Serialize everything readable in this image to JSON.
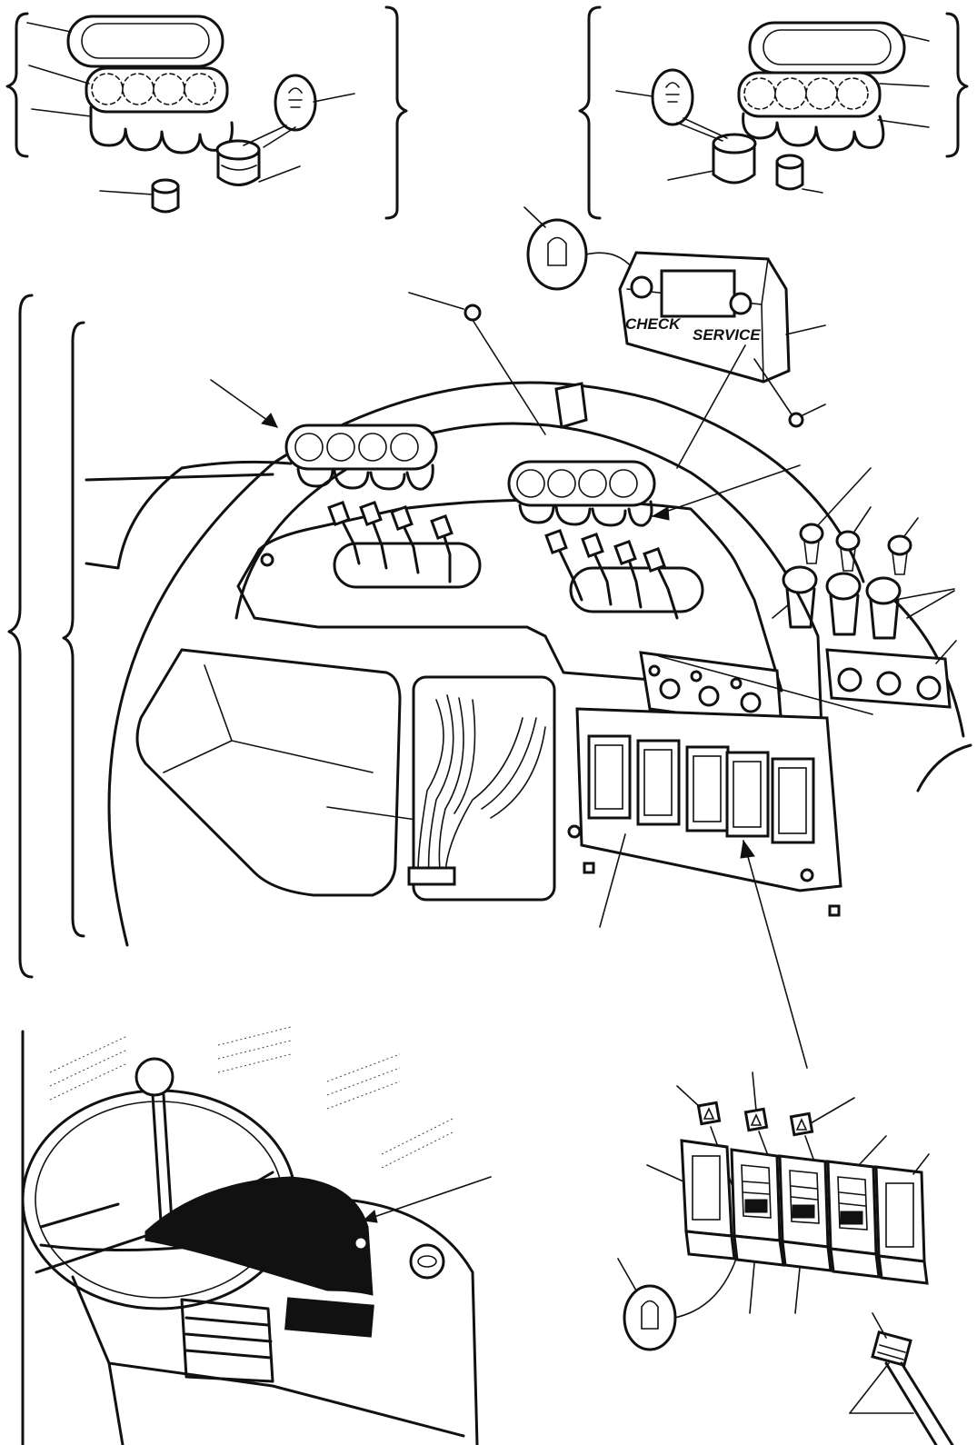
{
  "check_service_unit": {
    "check_label": "CHECK",
    "service_label": "SERVICE"
  },
  "warning_light_clusters": {
    "bulb_count": 4
  },
  "rocker_switch_panel": {
    "switch_count": 5
  },
  "small_indicator_panel": {
    "button_count": 3
  },
  "icons": [
    "bulb-icon",
    "warning-triangle-icon"
  ]
}
